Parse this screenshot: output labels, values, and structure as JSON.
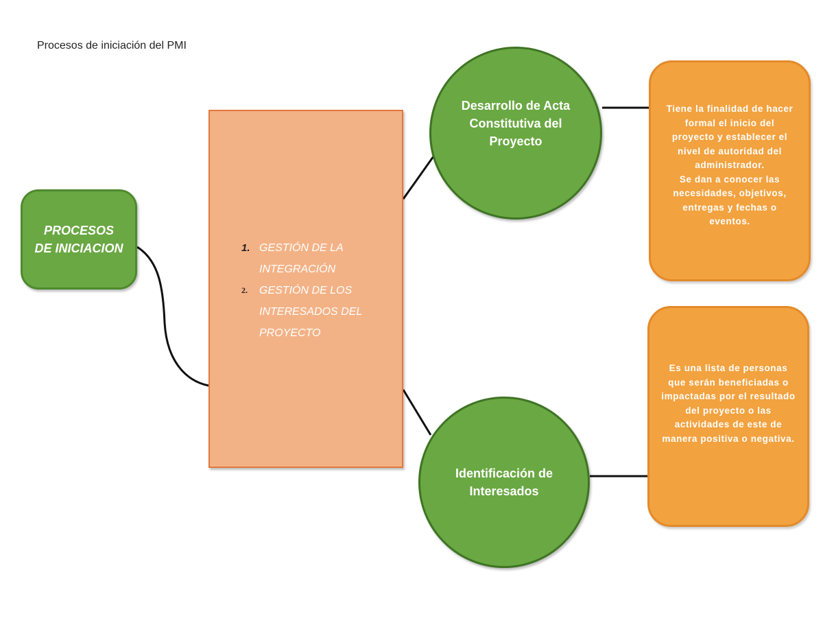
{
  "page": {
    "title": "Procesos de iniciación del PMI"
  },
  "start_node": {
    "label": "PROCESOS DE INICIACION"
  },
  "process_box": {
    "items": [
      {
        "number": "1.",
        "text": "GESTIÓN DE LA INTEGRACIÓN"
      },
      {
        "number": "2.",
        "text": " GESTIÓN DE LOS INTERESADOS DEL PROYECTO"
      }
    ]
  },
  "nodes": {
    "acta": {
      "label": "Desarrollo de Acta Constitutiva del Proyecto",
      "description": "Tiene la finalidad de hacer formal el inicio del proyecto y establecer el nivel de autoridad del administrador.\nSe dan a conocer las necesidades, objetivos, entregas y fechas o eventos."
    },
    "interesados": {
      "label": "Identificación de Interesados",
      "description": "Es una lista de personas que serán beneficiadas o impactadas por el resultado del proyecto o las actividades de este de manera positiva o negativa."
    }
  },
  "colors": {
    "green_fill": "#6aa843",
    "green_border": "#3f7424",
    "salmon_fill": "#f3b286",
    "salmon_border": "#e2783c",
    "orange_fill": "#f2a23f",
    "orange_border": "#e48a2a",
    "connector": "#111111"
  }
}
